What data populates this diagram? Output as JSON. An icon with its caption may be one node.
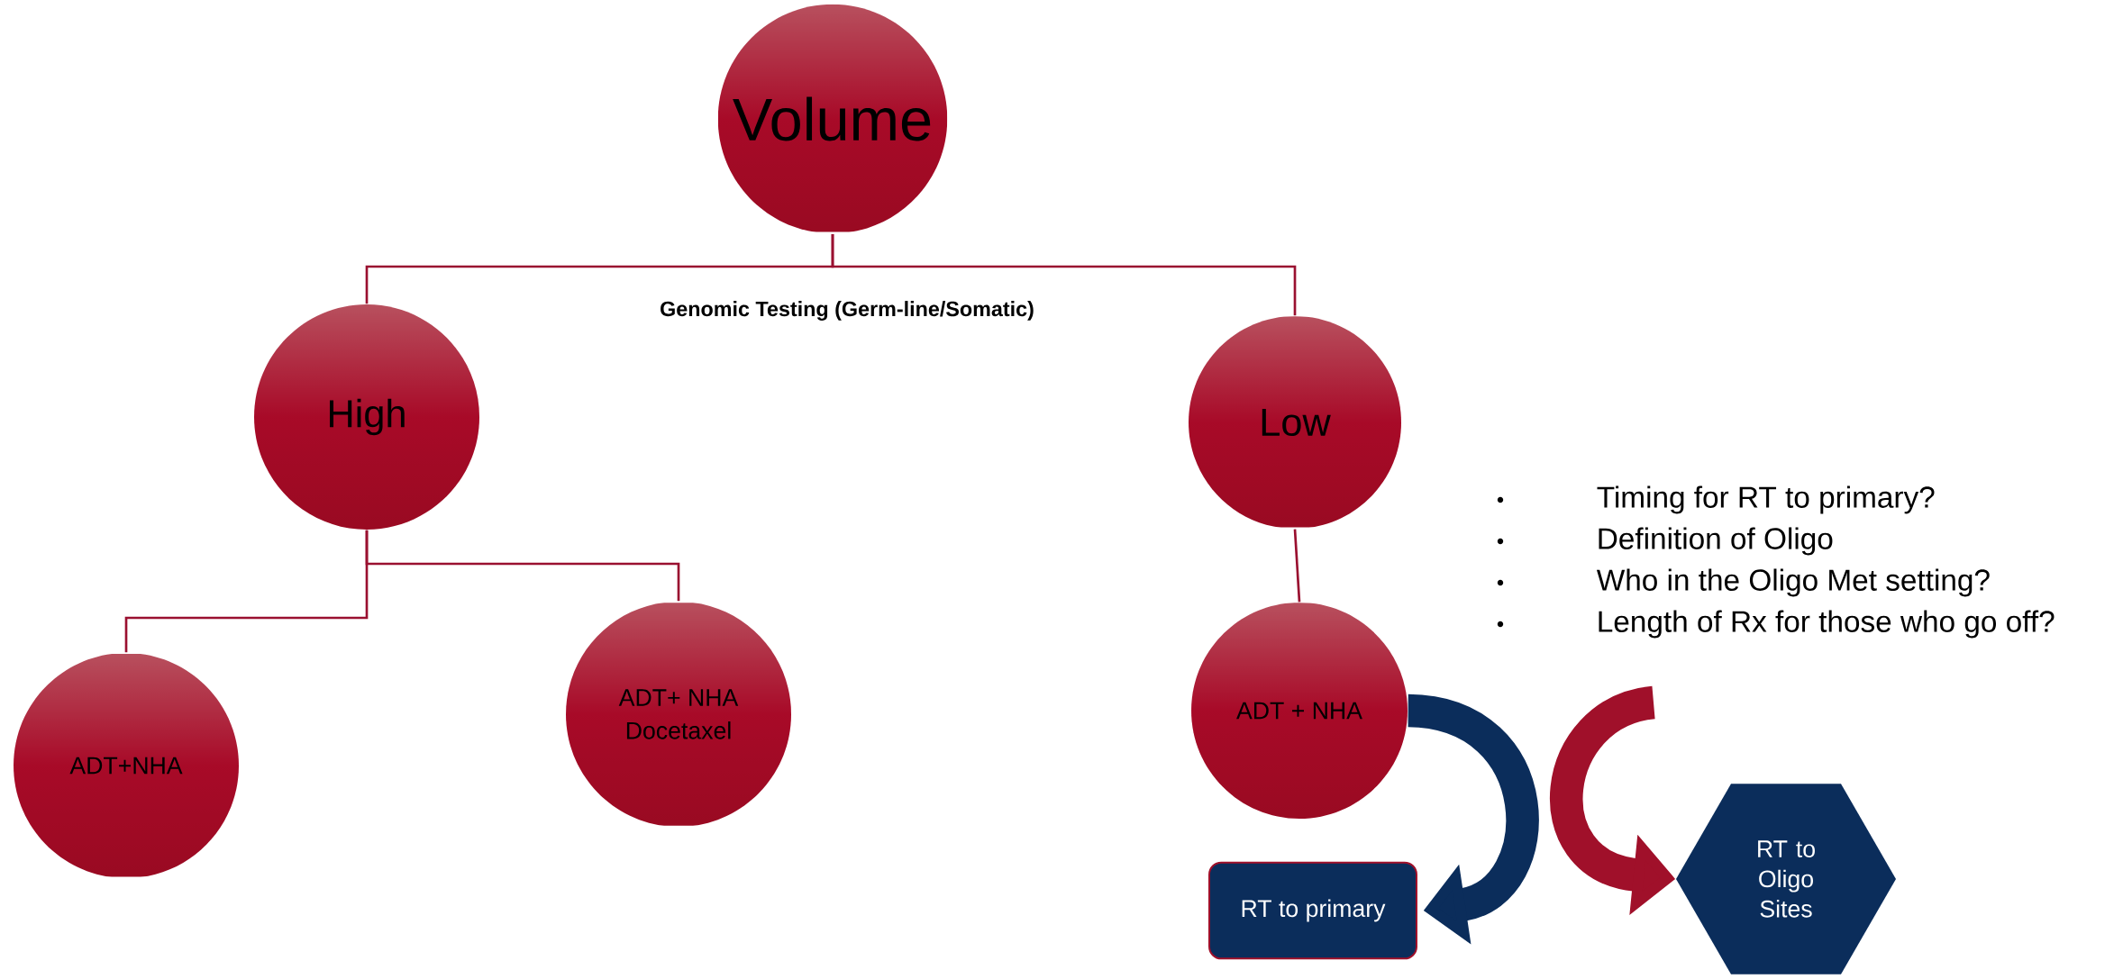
{
  "diagram": {
    "nodes": [
      {
        "text": [
          "Volume"
        ]
      },
      {
        "text": [
          "High"
        ]
      },
      {
        "text": [
          "Low"
        ]
      },
      {
        "text": [
          "ADT+NHA"
        ]
      },
      {
        "text": [
          "ADT+ NHA",
          "Docetaxel"
        ]
      },
      {
        "text": [
          "ADT + NHA"
        ]
      },
      {
        "text": [
          "RT to primary"
        ]
      },
      {
        "text": [
          "RT to Oligo Sites"
        ]
      }
    ],
    "edges": [
      {
        "from": 0,
        "to": 1,
        "arrow": "none"
      },
      {
        "from": 0,
        "to": 2,
        "arrow": "none"
      },
      {
        "from": 1,
        "to": 3,
        "arrow": "none"
      },
      {
        "from": 1,
        "to": 4,
        "arrow": "none"
      },
      {
        "from": 2,
        "to": 5,
        "arrow": "none"
      },
      {
        "from": 5,
        "to": 6,
        "arrow": "to",
        "style": "thick",
        "color": "#0b2d5b"
      },
      {
        "from": null,
        "to": 7,
        "arrow": "to",
        "style": "thick",
        "color": "#a0102a"
      }
    ],
    "labels": [
      "Genomic Testing (Germ-line/Somatic)",
      "Timing for RT to primary?",
      "Definition of Oligo",
      "Who in the Oligo Met setting?",
      "Length of Rx for those who go off?"
    ]
  }
}
